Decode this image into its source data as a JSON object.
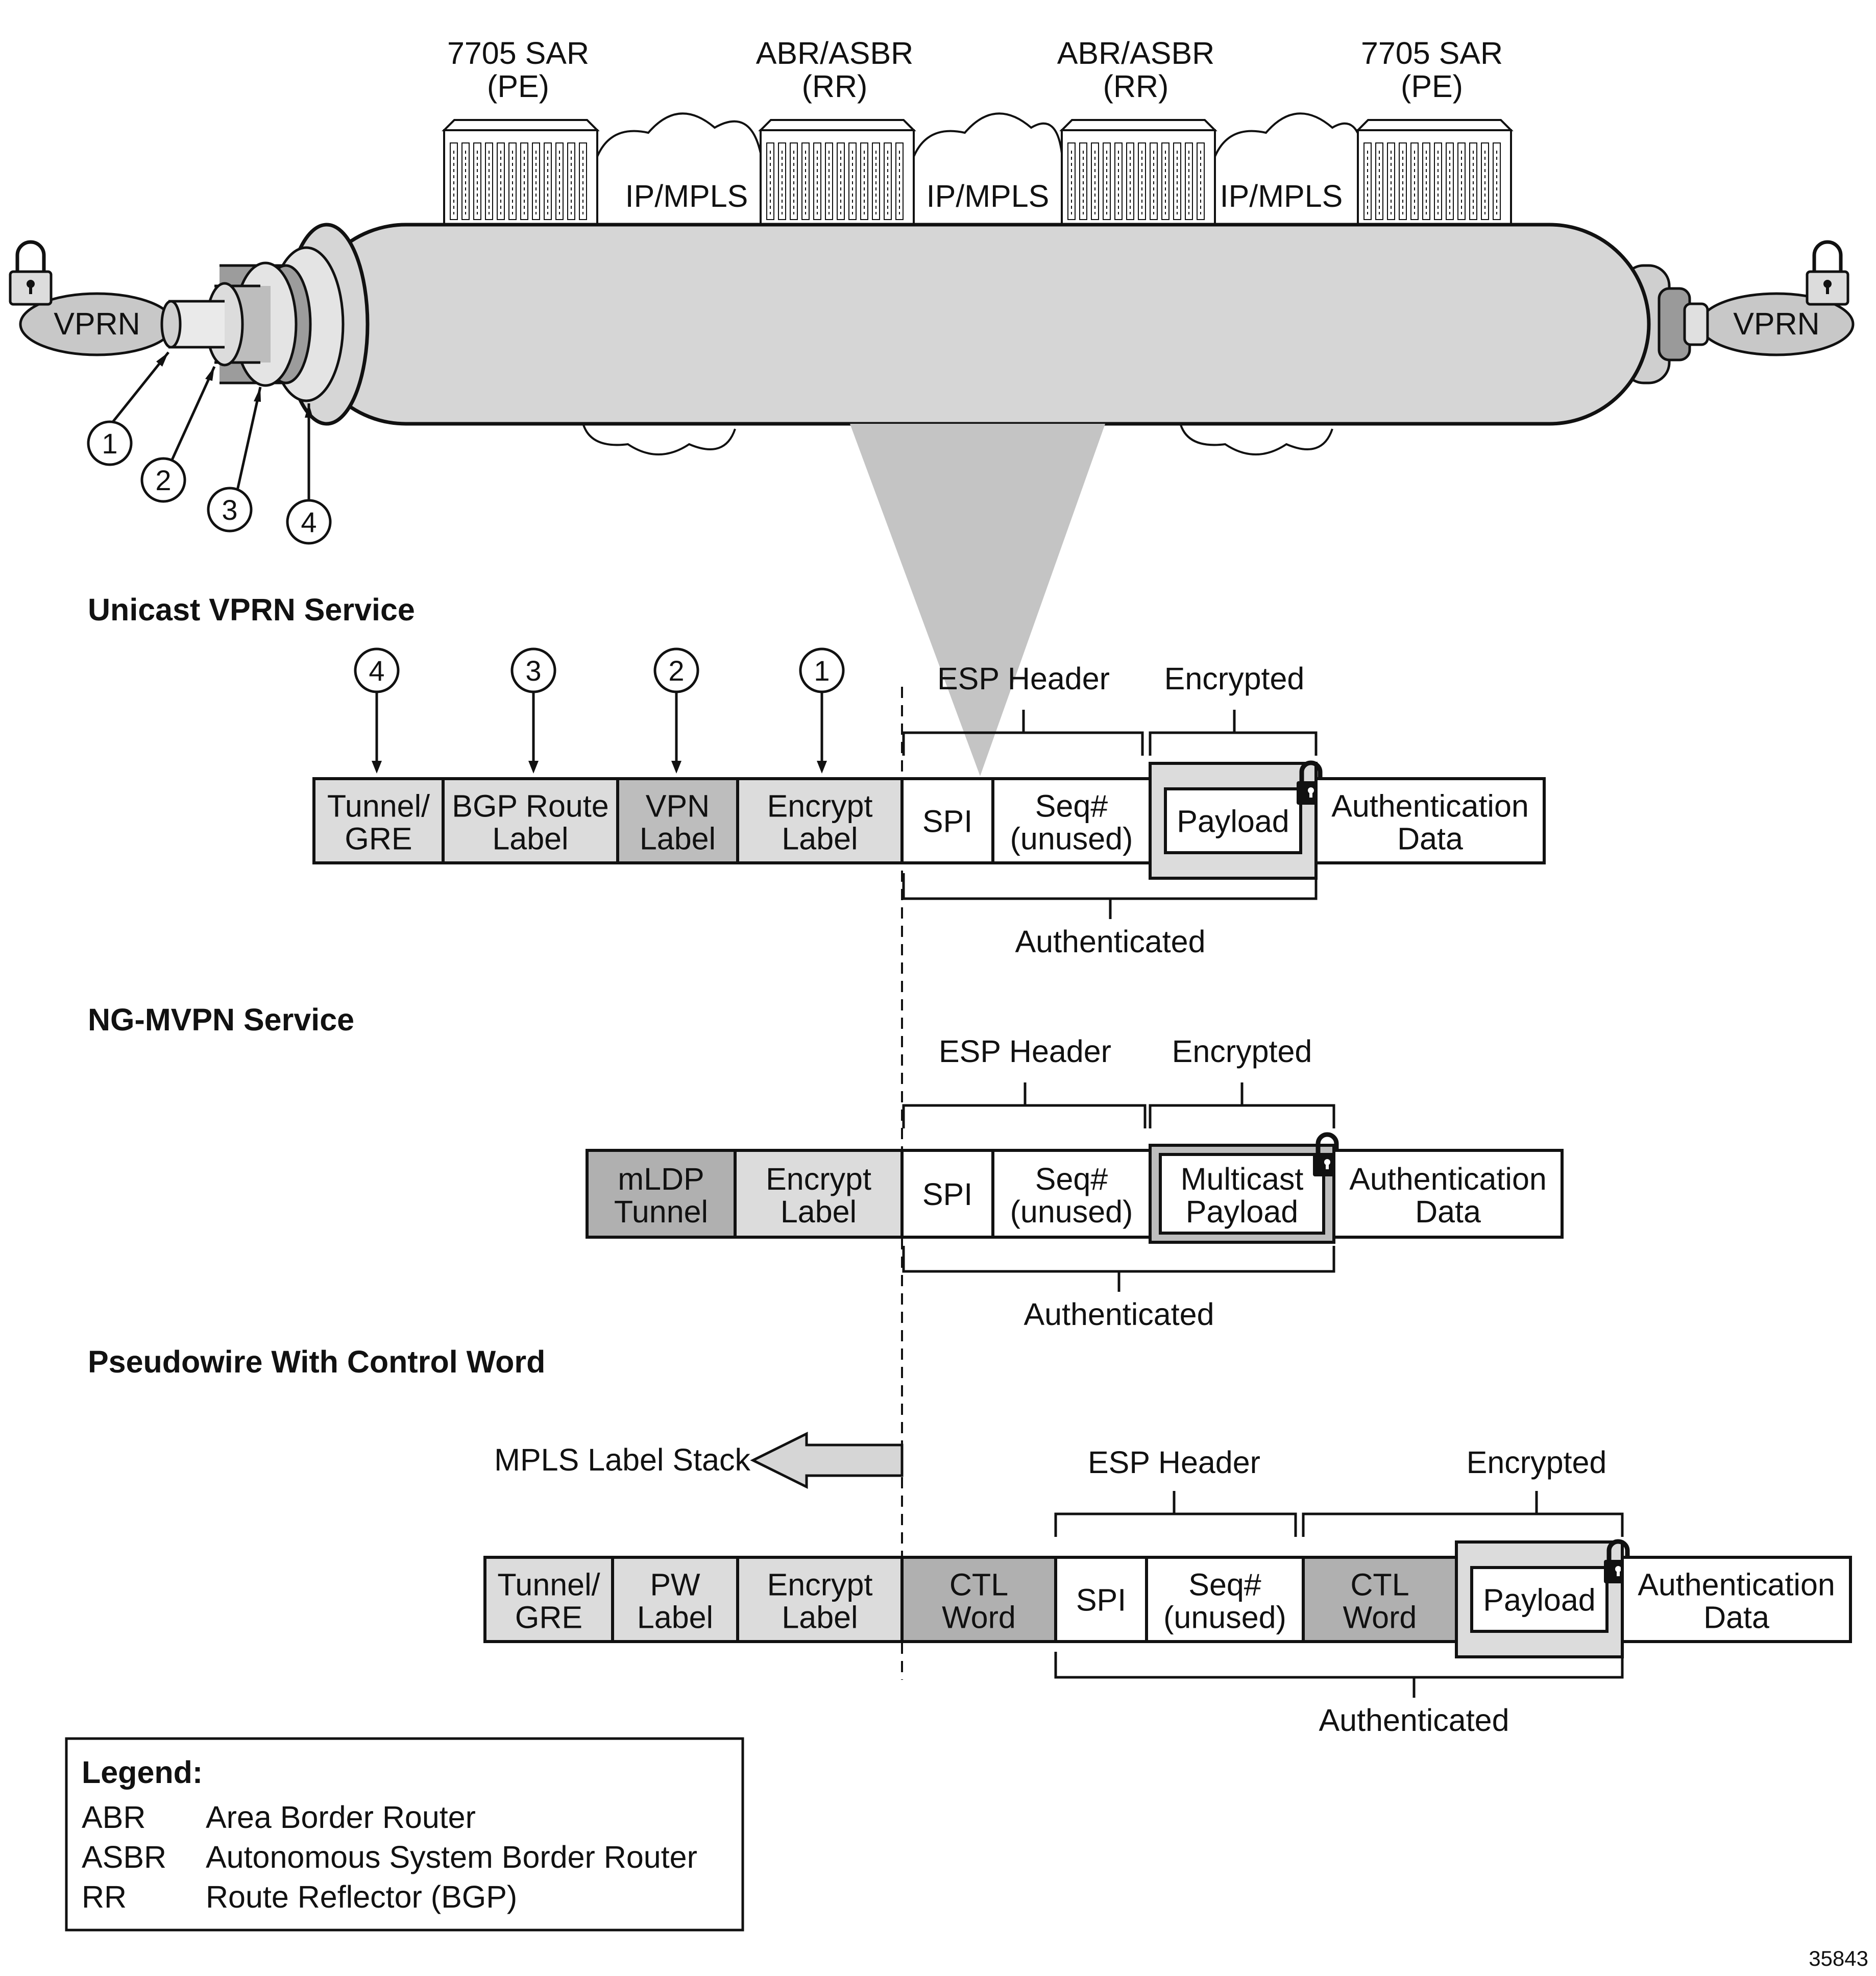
{
  "colors": {
    "light_fill": "#dcdcdc",
    "mid_fill": "#bdbdbd",
    "dark_fill": "#b0b0b0",
    "tube_fill": "#d6d6d6",
    "stroke": "#111111",
    "cone_fill": "#c4c4c4"
  },
  "routers": [
    {
      "name": "7705 SAR",
      "role": "(PE)"
    },
    {
      "name": "ABR/ASBR",
      "role": "(RR)"
    },
    {
      "name": "ABR/ASBR",
      "role": "(RR)"
    },
    {
      "name": "7705 SAR",
      "role": "(PE)"
    }
  ],
  "clouds": [
    "IP/MPLS",
    "IP/MPLS",
    "IP/MPLS"
  ],
  "endpoints": {
    "left": "VPRN",
    "right": "VPRN"
  },
  "callouts": [
    "1",
    "2",
    "3",
    "4"
  ],
  "unicast": {
    "title": "Unicast VPRN Service",
    "markers": [
      "4",
      "3",
      "2",
      "1"
    ],
    "esp_header": "ESP Header",
    "encrypted": "Encrypted",
    "authenticated": "Authenticated",
    "cells": [
      {
        "l1": "Tunnel/",
        "l2": "GRE"
      },
      {
        "l1": "BGP Route",
        "l2": "Label"
      },
      {
        "l1": "VPN",
        "l2": "Label"
      },
      {
        "l1": "Encrypt",
        "l2": "Label"
      },
      {
        "l1": "SPI",
        "l2": ""
      },
      {
        "l1": "Seq#",
        "l2": "(unused)"
      },
      {
        "l1": "Payload",
        "l2": ""
      },
      {
        "l1": "Authentication",
        "l2": "Data"
      }
    ]
  },
  "ngmvpn": {
    "title": "NG-MVPN Service",
    "esp_header": "ESP Header",
    "encrypted": "Encrypted",
    "authenticated": "Authenticated",
    "cells": [
      {
        "l1": "mLDP",
        "l2": "Tunnel"
      },
      {
        "l1": "Encrypt",
        "l2": "Label"
      },
      {
        "l1": "SPI",
        "l2": ""
      },
      {
        "l1": "Seq#",
        "l2": "(unused)"
      },
      {
        "l1": "Multicast",
        "l2": "Payload"
      },
      {
        "l1": "Authentication",
        "l2": "Data"
      }
    ]
  },
  "pseudowire": {
    "title": "Pseudowire With Control Word",
    "mpls_stack": "MPLS Label Stack",
    "esp_header": "ESP Header",
    "encrypted": "Encrypted",
    "authenticated": "Authenticated",
    "cells": [
      {
        "l1": "Tunnel/",
        "l2": "GRE"
      },
      {
        "l1": "PW",
        "l2": "Label"
      },
      {
        "l1": "Encrypt",
        "l2": "Label"
      },
      {
        "l1": "CTL",
        "l2": "Word"
      },
      {
        "l1": "SPI",
        "l2": ""
      },
      {
        "l1": "Seq#",
        "l2": "(unused)"
      },
      {
        "l1": "CTL",
        "l2": "Word"
      },
      {
        "l1": "Payload",
        "l2": ""
      },
      {
        "l1": "Authentication",
        "l2": "Data"
      }
    ]
  },
  "legend": {
    "title": "Legend:",
    "items": [
      {
        "abbr": "ABR",
        "desc": "Area Border Router"
      },
      {
        "abbr": "ASBR",
        "desc": "Autonomous System Border Router"
      },
      {
        "abbr": "RR",
        "desc": "Route Reflector (BGP)"
      }
    ]
  },
  "figure_id": "35843"
}
